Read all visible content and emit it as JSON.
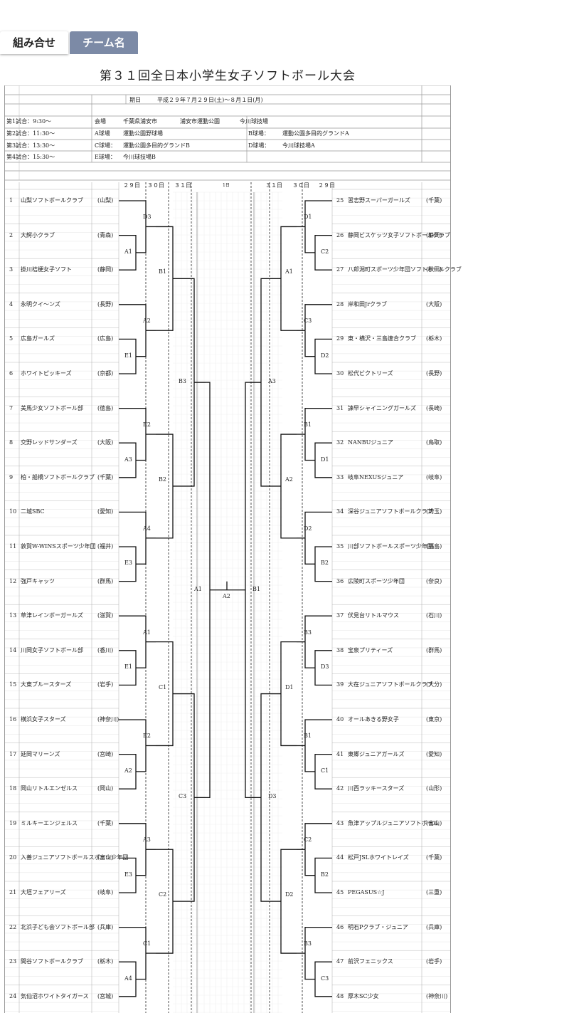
{
  "tabs": [
    {
      "label": "組み合せ"
    },
    {
      "label": "チーム名"
    }
  ],
  "title": "第３１回全日本小学生女子ソフトボール大会",
  "header": {
    "period_label": "期日",
    "period": "平成２９年７月２９日(土)～８月１日(月)",
    "venue_label": "会場",
    "venues": [
      "千葉県浦安市",
      "浦安市運動公園",
      "今川球技場"
    ],
    "field_a_label": "A球場",
    "field_a": "運動公園野球場",
    "field_b_label": "B球場：",
    "field_b": "運動公園多目的グランドA",
    "field_c_label": "C球場：",
    "field_c": "運動公園多目的グランドB",
    "field_d_label": "D球場：",
    "field_d": "今川球技場A",
    "field_e_label": "E球場：",
    "field_e": "今川球技場B",
    "times": [
      "第1試合：9:30～",
      "第2試合：11:30～",
      "第3試合：13:30～",
      "第4試合：15:30～"
    ]
  },
  "days_left": [
    "２９日",
    "３０日",
    "３１日"
  ],
  "days_right": [
    "３１日",
    "３０日",
    "２９日"
  ],
  "day_center": "1日",
  "left_teams": [
    {
      "no": "1",
      "name": "山梨ソフトボールクラブ",
      "pref": "(山梨)"
    },
    {
      "no": "2",
      "name": "大鰐小クラブ",
      "pref": "(青森)"
    },
    {
      "no": "3",
      "name": "掛川桔梗女子ソフト",
      "pref": "(静岡)"
    },
    {
      "no": "4",
      "name": "永明クイ～ンズ",
      "pref": "(長野)"
    },
    {
      "no": "5",
      "name": "広島ガールズ",
      "pref": "(広島)"
    },
    {
      "no": "6",
      "name": "ホワイトピッキーズ",
      "pref": "(京都)"
    },
    {
      "no": "7",
      "name": "美馬少女ソフトボール部",
      "pref": "(徳島)"
    },
    {
      "no": "8",
      "name": "交野レッドサンダーズ",
      "pref": "(大阪)"
    },
    {
      "no": "9",
      "name": "柏・船橋ソフトボールクラブ",
      "pref": "(千葉)"
    },
    {
      "no": "10",
      "name": "二城SBC",
      "pref": "(愛知)"
    },
    {
      "no": "11",
      "name": "敦賀W-WINSスポーツ少年団",
      "pref": "(福井)"
    },
    {
      "no": "12",
      "name": "強戸キャッツ",
      "pref": "(群馬)"
    },
    {
      "no": "13",
      "name": "草津レインボーガールズ",
      "pref": "(滋賀)"
    },
    {
      "no": "14",
      "name": "川岡女子ソフトボール部",
      "pref": "(香川)"
    },
    {
      "no": "15",
      "name": "大東ブルースターズ",
      "pref": "(岩手)"
    },
    {
      "no": "16",
      "name": "横浜女子スターズ",
      "pref": "(神奈川)"
    },
    {
      "no": "17",
      "name": "延岡マリーンズ",
      "pref": "(宮崎)"
    },
    {
      "no": "18",
      "name": "岡山リトルエンゼルス",
      "pref": "(岡山)"
    },
    {
      "no": "19",
      "name": "ミルキーエンジェルス",
      "pref": "(千葉)"
    },
    {
      "no": "20",
      "name": "入善ジュニアソフトボールスポーツ少年団",
      "pref": "(富山)"
    },
    {
      "no": "21",
      "name": "大垣フェアリーズ",
      "pref": "(岐阜)"
    },
    {
      "no": "22",
      "name": "北浜子ども会ソフトボール部",
      "pref": "(兵庫)"
    },
    {
      "no": "23",
      "name": "間谷ソフトボールクラブ",
      "pref": "(栃木)"
    },
    {
      "no": "24",
      "name": "気仙沼ホワイトタイガース",
      "pref": "(宮城)"
    }
  ],
  "right_teams": [
    {
      "no": "25",
      "name": "習志野スーパーガールズ",
      "pref": "(千葉)"
    },
    {
      "no": "26",
      "name": "静岡ビスケッツ女子ソフトボールクラブ",
      "pref": "(静岡)"
    },
    {
      "no": "27",
      "name": "八郎潟町スポーツ少年団ソフトボールクラブ",
      "pref": "(秋田)"
    },
    {
      "no": "28",
      "name": "岸和田Jrクラブ",
      "pref": "(大阪)"
    },
    {
      "no": "29",
      "name": "東・横沢・三島連合クラブ",
      "pref": "(栃木)"
    },
    {
      "no": "30",
      "name": "松代ビクトリーズ",
      "pref": "(長野)"
    },
    {
      "no": "31",
      "name": "諫早シャイニングガールズ",
      "pref": "(長崎)"
    },
    {
      "no": "32",
      "name": "NANBUジュニア",
      "pref": "(鳥取)"
    },
    {
      "no": "33",
      "name": "岐阜NEXUSジュニア",
      "pref": "(岐阜)"
    },
    {
      "no": "34",
      "name": "深谷ジュニアソフトボールクラブ",
      "pref": "(埼玉)"
    },
    {
      "no": "35",
      "name": "川部ソフトボールスポーツ少年団",
      "pref": "(福島)"
    },
    {
      "no": "36",
      "name": "広陵町スポーツ少年団",
      "pref": "(奈良)"
    },
    {
      "no": "37",
      "name": "伏見台リトルマウス",
      "pref": "(石川)"
    },
    {
      "no": "38",
      "name": "宝泉プリティーズ",
      "pref": "(群馬)"
    },
    {
      "no": "39",
      "name": "大在ジュニアソフトボールクラブ",
      "pref": "(大分)"
    },
    {
      "no": "40",
      "name": "オールあきる野女子",
      "pref": "(東京)"
    },
    {
      "no": "41",
      "name": "東郷ジュニアガールズ",
      "pref": "(愛知)"
    },
    {
      "no": "42",
      "name": "川西ラッキースターズ",
      "pref": "(山形)"
    },
    {
      "no": "43",
      "name": "魚津アップルジュニアソフトボール",
      "pref": "(富山)"
    },
    {
      "no": "44",
      "name": "松戸JSLホワイトレイズ",
      "pref": "(千葉)"
    },
    {
      "no": "45",
      "name": "PEGASUS☆J",
      "pref": "(三重)"
    },
    {
      "no": "46",
      "name": "明石Pクラブ・ジュニア",
      "pref": "(兵庫)"
    },
    {
      "no": "47",
      "name": "前沢フェニックス",
      "pref": "(岩手)"
    },
    {
      "no": "48",
      "name": "厚木SC少女",
      "pref": "(神奈川)"
    }
  ],
  "left_r1": [
    "D3",
    "A1",
    "A2",
    "E1",
    "E2",
    "A3",
    "A4",
    "E3",
    "A1",
    "E1",
    "E2",
    "A2",
    "A3",
    "E3",
    "C1",
    "A4"
  ],
  "left_r2": [
    "B1",
    "B2",
    "C1",
    "C2"
  ],
  "left_r3": [
    "B3",
    "C3"
  ],
  "right_r1": [
    "D1",
    "C2",
    "C3",
    "D2",
    "B1",
    "D1",
    "D2",
    "B2",
    "B3",
    "D3",
    "B1",
    "C1",
    "C2",
    "B2",
    "B3",
    "C3"
  ],
  "right_r2": [
    "A1",
    "A2",
    "D1",
    "D2"
  ],
  "right_r3": [
    "A3",
    "D3"
  ],
  "semi_left": "A1",
  "final": "A2",
  "semi_right": "B1"
}
